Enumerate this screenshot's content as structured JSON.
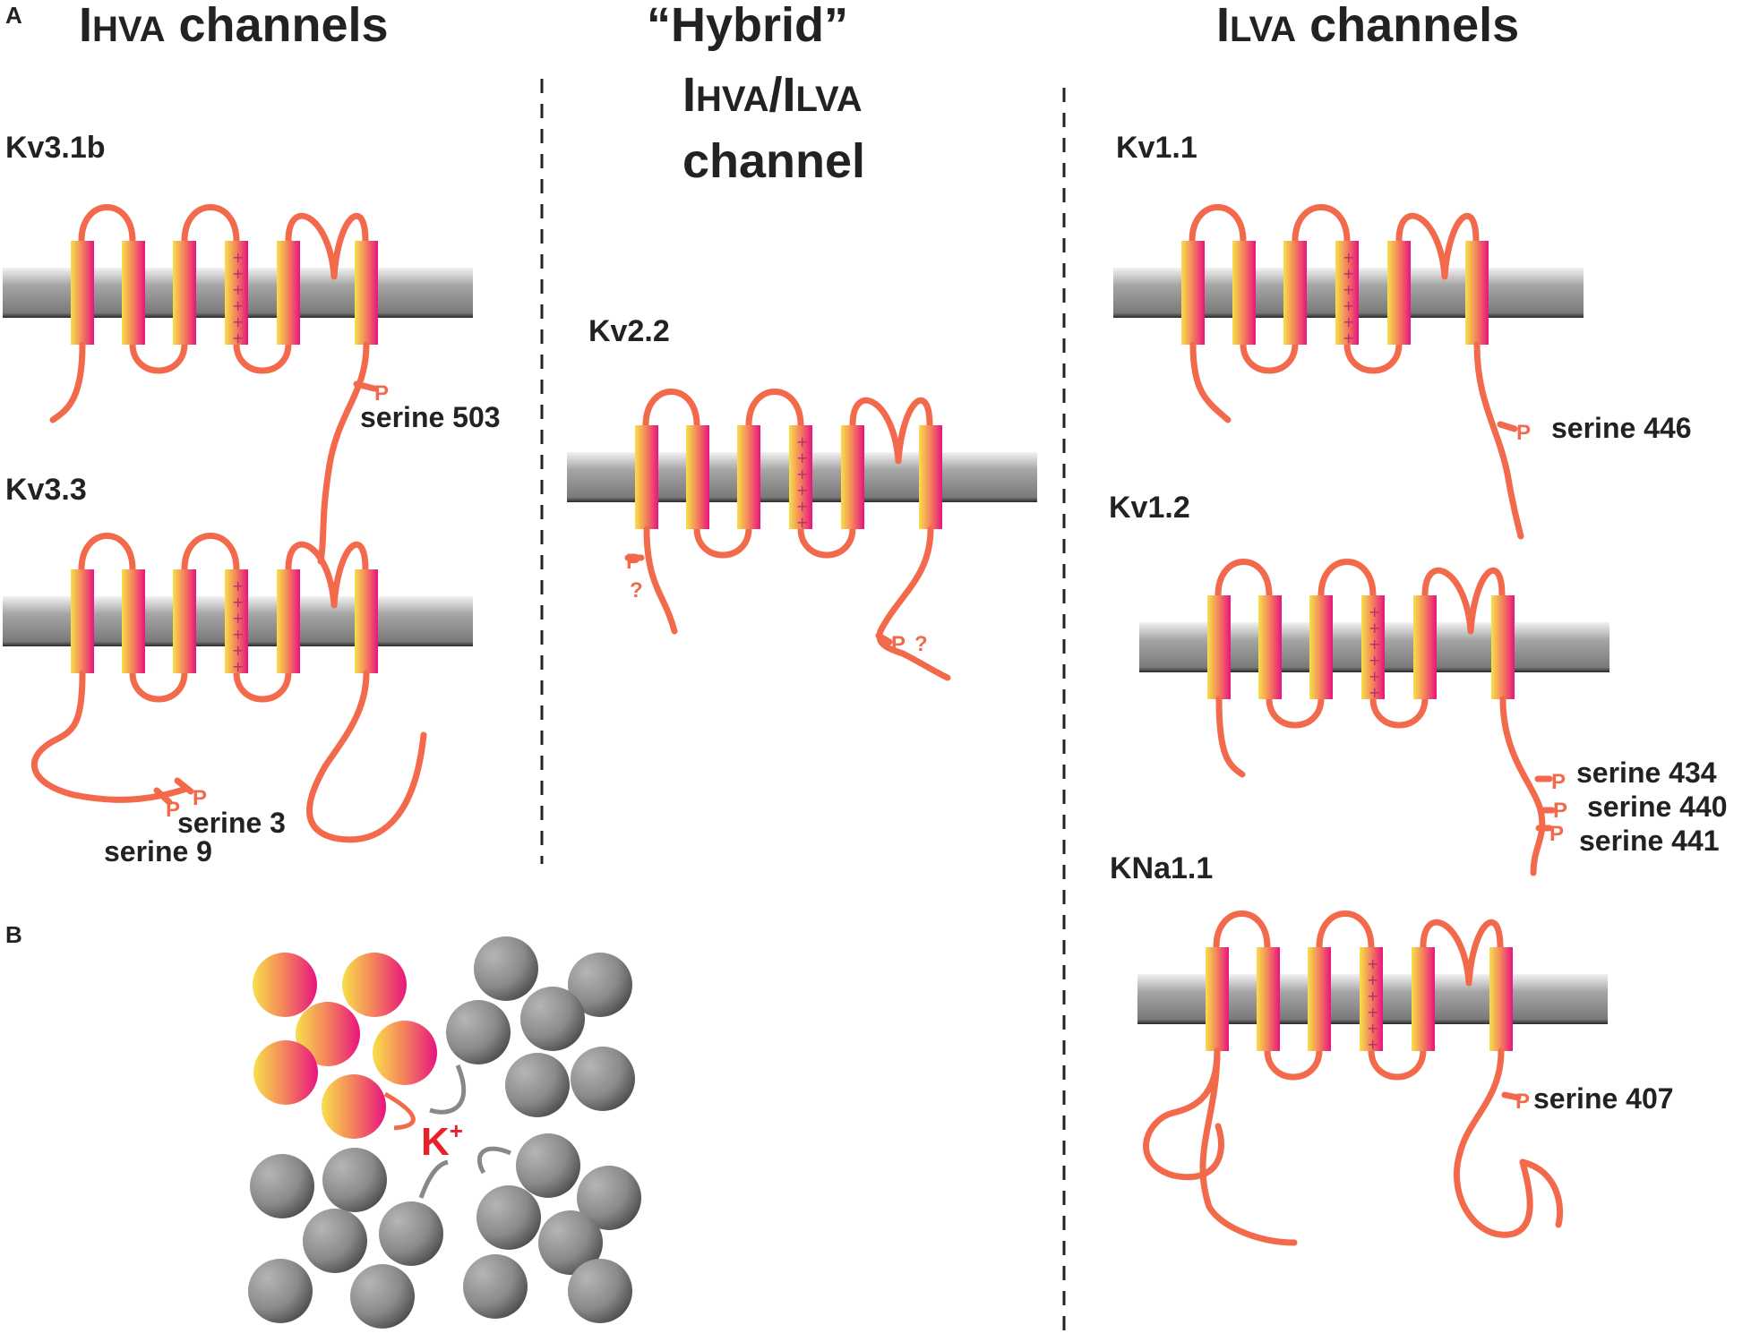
{
  "panel_a_label": "A",
  "panel_b_label": "B",
  "headers": {
    "ihva": {
      "pre": "I",
      "small": "HVA",
      "post": " channels"
    },
    "hybrid_line1": "“Hybrid”",
    "hybrid_line2": {
      "i1": "I",
      "s1": "HVA",
      "sep": "/I",
      "s2": "LVA"
    },
    "hybrid_line3": "channel",
    "ilva": {
      "pre": "I",
      "small": "LVA",
      "post": " channels"
    }
  },
  "proteins": {
    "kv31b": "Kv3.1b",
    "kv33": "Kv3.3",
    "kv22": "Kv2.2",
    "kv11": "Kv1.1",
    "kv12": "Kv1.2",
    "kna11": "KNa1.1"
  },
  "sites": {
    "s503": "serine 503",
    "s3": "serine 3",
    "s9": "serine 9",
    "s446": "serine 446",
    "s434": "serine 434",
    "s440": "serine 440",
    "s441": "serine 441",
    "s407": "serine 407"
  },
  "phospho_tag": "P",
  "unknown_tag": "?",
  "ion": {
    "symbol": "K",
    "charge": "+"
  },
  "colors": {
    "tail": "#f26a4b",
    "membrane": "#8a8a8a",
    "segment_gradient": [
      "#f7e04a",
      "#f48a5a",
      "#e8147f"
    ],
    "subunit_gray": "#7f7f7f",
    "ion_red": "#e8202a"
  }
}
